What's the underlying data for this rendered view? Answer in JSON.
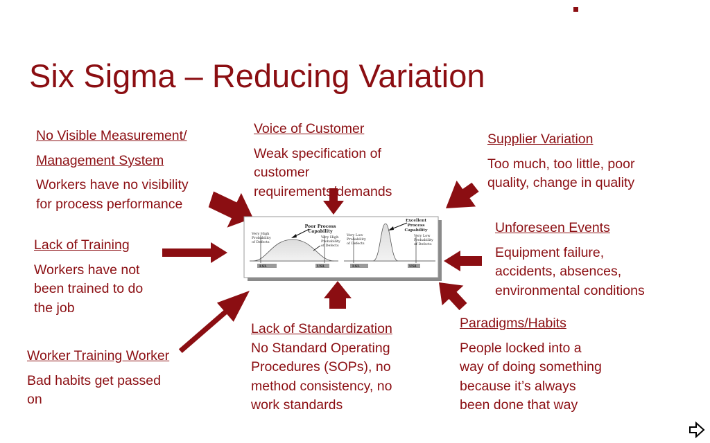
{
  "slide": {
    "title": "Six Sigma – Reducing Variation",
    "colors": {
      "accent": "#8b0e12",
      "arrow": "#8b0e12"
    }
  },
  "causes": {
    "measurement": {
      "heading_1": "No Visible Measurement/",
      "heading_2": "Management System",
      "lines": [
        "Workers have no visibility",
        "for process performance"
      ]
    },
    "voice": {
      "heading": "Voice of Customer",
      "lines": [
        "Weak specification of",
        "customer",
        "requirements/demands"
      ]
    },
    "supplier": {
      "heading": "Supplier Variation",
      "lines": [
        "Too much, too little, poor",
        "quality, change in quality"
      ]
    },
    "training": {
      "heading": "Lack of Training",
      "lines": [
        "Workers have not",
        "been trained to do",
        "the job"
      ]
    },
    "unforeseen": {
      "heading": "Unforeseen Events",
      "lines": [
        "Equipment failure,",
        "accidents, absences,",
        "environmental conditions"
      ]
    },
    "worker": {
      "heading": "Worker Training Worker",
      "lines": [
        "Bad habits get passed",
        "on"
      ]
    },
    "standardization": {
      "heading": "Lack of Standardization",
      "lines": [
        "No Standard Operating",
        "Procedures (SOPs), no",
        "method consistency, no",
        "work standards"
      ]
    },
    "paradigms": {
      "heading": "Paradigms/Habits",
      "lines": [
        "People locked into a",
        "way of doing something",
        "because it’s always",
        "been done that way"
      ]
    }
  },
  "capability_figure": {
    "left": {
      "caption_1": "Poor Process",
      "caption_2": "Capability",
      "note_left": [
        "Very High",
        "Probability",
        "of Defects"
      ],
      "note_right": [
        "Very High",
        "Probability",
        "of Defects"
      ],
      "lsl": "LSL",
      "usl": "USL"
    },
    "right": {
      "caption_1": "Excellent",
      "caption_2": "Process",
      "caption_3": "Capability",
      "note_left": [
        "Very Low",
        "Probability",
        "of Defects"
      ],
      "note_right": [
        "Very Low",
        "Probability",
        "of Defects"
      ],
      "lsl": "LSL",
      "usl": "USL"
    }
  },
  "navigation": {
    "next_icon": "arrow-right-icon"
  }
}
